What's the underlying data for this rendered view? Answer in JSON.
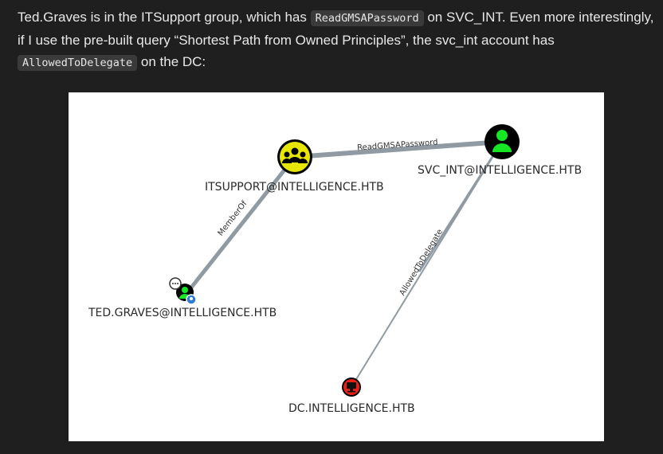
{
  "paragraph": {
    "t1": "Ted.Graves is in the ITSupport group, which has ",
    "code1": "ReadGMSAPassword",
    "t2": " on SVC_INT. Even more interestingly, if I use the pre-built query “Shortest Path from Owned Principles”, the svc_int account has ",
    "code2": "AllowedToDelegate",
    "t3": " on the DC:"
  },
  "graph": {
    "nodes": {
      "itsupport": "ITSUPPORT@INTELLIGENCE.HTB",
      "svc_int": "SVC_INT@INTELLIGENCE.HTB",
      "ted_graves": "TED.GRAVES@INTELLIGENCE.HTB",
      "dc": "DC.INTELLIGENCE.HTB"
    },
    "edges": {
      "read_gmsa": "ReadGMSAPassword",
      "member_of": "MemberOf",
      "allowed_to_delegate": "AllowedToDelegate"
    },
    "colors": {
      "group": "#e6e600",
      "user": "#17e625",
      "computer": "#e62117",
      "edge": "#8f9aa3"
    }
  }
}
